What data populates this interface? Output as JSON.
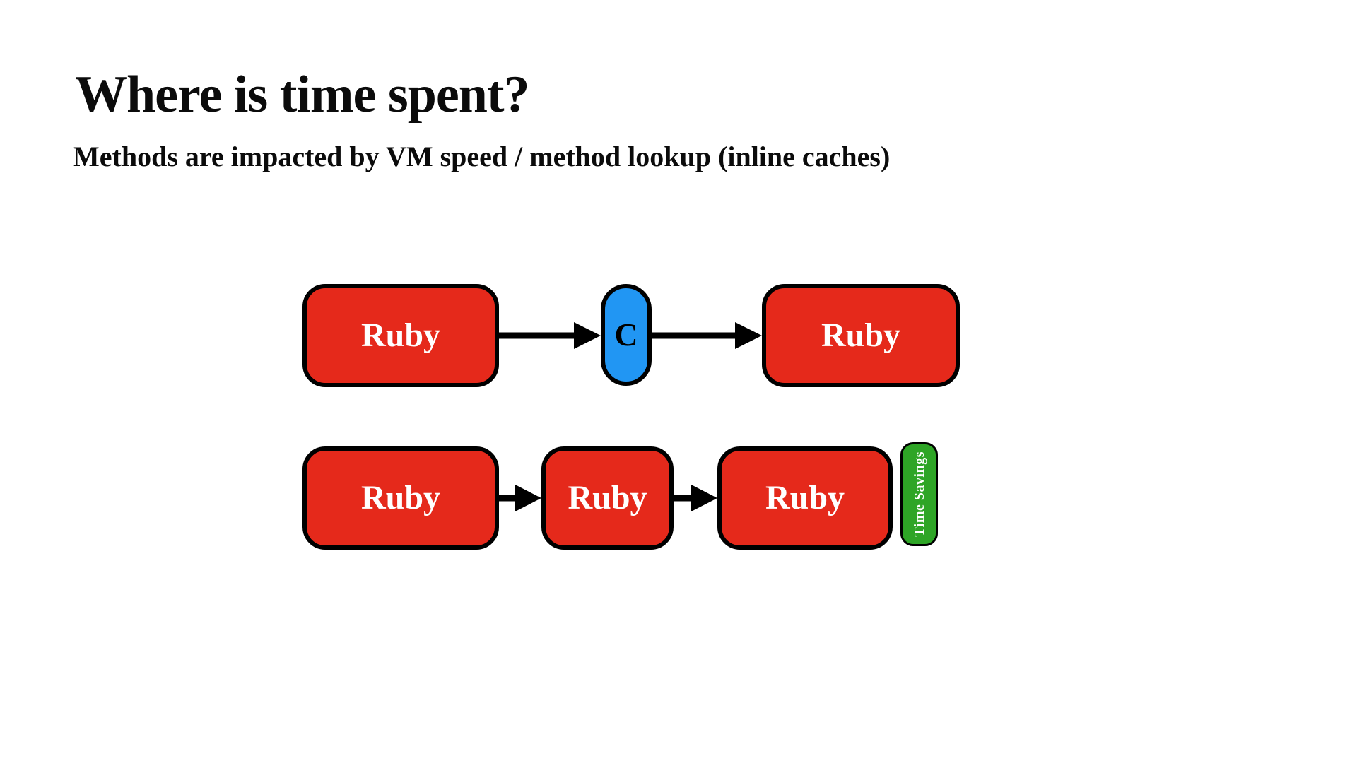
{
  "slide": {
    "title": "Where is time spent?",
    "subtitle": "Methods are impacted by VM speed / method lookup (inline caches)"
  },
  "diagram": {
    "row1": {
      "ruby_left": "Ruby",
      "c": "C",
      "ruby_right": "Ruby"
    },
    "row2": {
      "ruby1": "Ruby",
      "ruby2": "Ruby",
      "ruby3": "Ruby",
      "time_savings": "Time Savings"
    }
  },
  "colors": {
    "ruby_red": "#e5291b",
    "c_blue": "#2196f3",
    "savings_green": "#2ea526",
    "outline": "#000000",
    "background": "#ffffff"
  }
}
